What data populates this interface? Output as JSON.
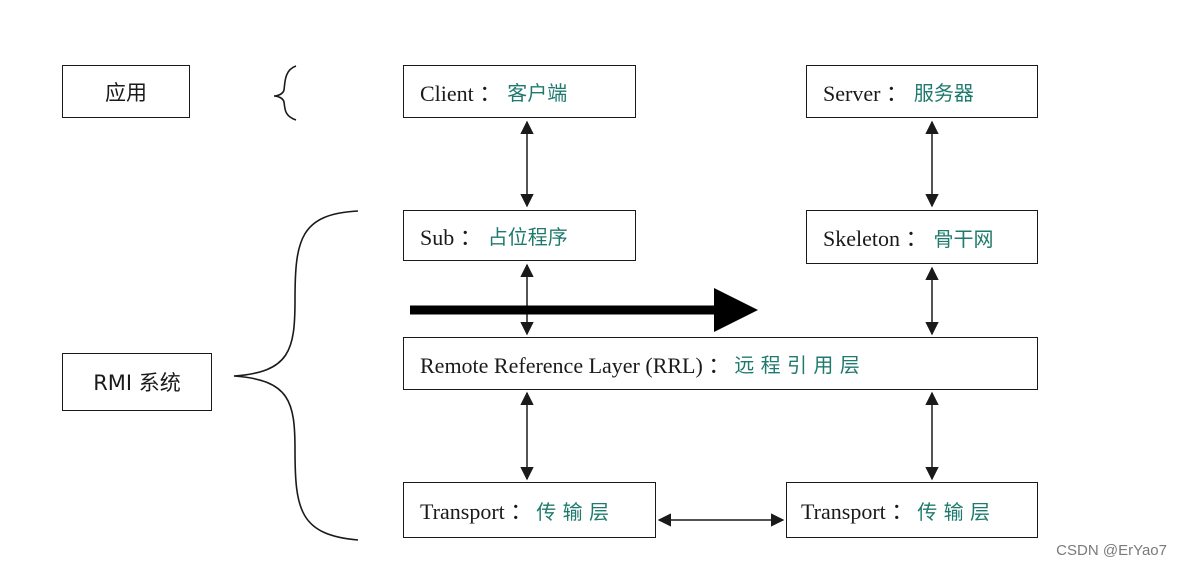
{
  "labels": {
    "app_layer": "应用",
    "rmi_system": "RMI 系统"
  },
  "nodes": {
    "client": {
      "en": "Client ：",
      "zh": "客户端"
    },
    "server": {
      "en": "Server ：",
      "zh": "服务器"
    },
    "stub": {
      "en": "Sub ：",
      "zh": "占位程序"
    },
    "skeleton": {
      "en": "Skeleton ：",
      "zh": "骨干网"
    },
    "rrl": {
      "en": "Remote Reference Layer (RRL) ：",
      "zh": "远 程 引 用 层"
    },
    "transport_left": {
      "en": "Transport ：",
      "zh": "传 输 层"
    },
    "transport_right": {
      "en": "Transport ：",
      "zh": "传 输 层"
    }
  },
  "watermark": "CSDN @ErYao7",
  "colors": {
    "line": "#1a1a1a",
    "chinese_text": "#1f7a6e",
    "watermark": "#7a7a7a"
  }
}
